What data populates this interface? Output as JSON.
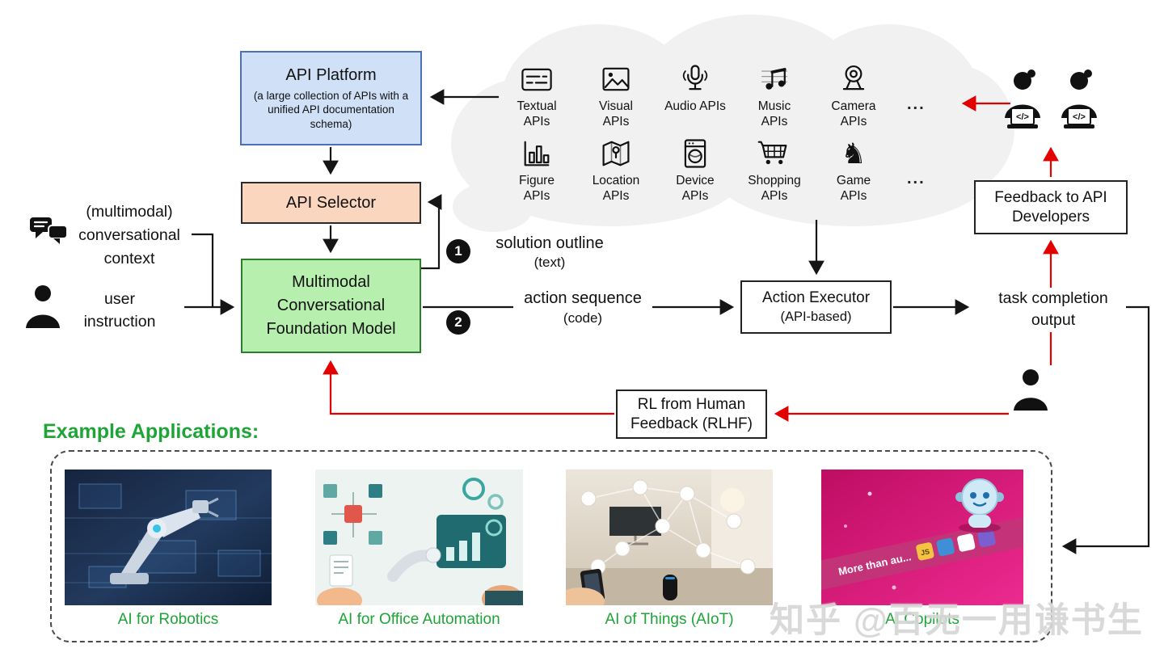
{
  "colors": {
    "red_arrow": "#e50000",
    "green_text": "#1ea437",
    "api_platform_fill": "#cfe0f7",
    "api_platform_border": "#4a70b8",
    "api_selector_fill": "#fbd6bf",
    "foundation_model_fill": "#b7f0ae",
    "cloud_fill": "#f1f1f1"
  },
  "boxes": {
    "api_platform": {
      "title": "API Platform",
      "subtitle": "(a large collection of APIs with a unified API documentation schema)"
    },
    "api_selector": {
      "label": "API Selector"
    },
    "foundation_model": {
      "label": "Multimodal Conversational Foundation Model"
    },
    "action_executor": {
      "title": "Action Executor",
      "subtitle": "(API-based)"
    },
    "feedback_developers": {
      "label": "Feedback to API Developers"
    },
    "rlhf": {
      "label": "RL from Human Feedback (RLHF)"
    }
  },
  "inputs": {
    "conversational_context": "(multimodal) conversational context",
    "user_instruction": "user instruction"
  },
  "flow": {
    "step1_badge": "1",
    "step1_label": "solution outline",
    "step1_sub": "(text)",
    "step2_badge": "2",
    "step2_label": "action sequence",
    "step2_sub": "(code)",
    "task_completion": "task completion output"
  },
  "developers": {
    "code_glyph": "</>"
  },
  "api_cloud": {
    "row1": [
      {
        "label": "Textual APIs"
      },
      {
        "label": "Visual APIs"
      },
      {
        "label": "Audio APIs"
      },
      {
        "label": "Music APIs"
      },
      {
        "label": "Camera APIs"
      },
      {
        "label": "..."
      }
    ],
    "row2": [
      {
        "label": "Figure APIs"
      },
      {
        "label": "Location APIs"
      },
      {
        "label": "Device APIs"
      },
      {
        "label": "Shopping APIs"
      },
      {
        "label": "Game APIs"
      },
      {
        "label": "..."
      }
    ]
  },
  "applications": {
    "heading": "Example Applications:",
    "items": [
      {
        "caption": "AI for Robotics"
      },
      {
        "caption": "AI for Office Automation"
      },
      {
        "caption": "AI of Things (AIoT)"
      },
      {
        "caption": "AI Copilots"
      }
    ]
  },
  "copilots_ribbon": "More than au...",
  "watermark": "知乎 @百无一用谦书生"
}
